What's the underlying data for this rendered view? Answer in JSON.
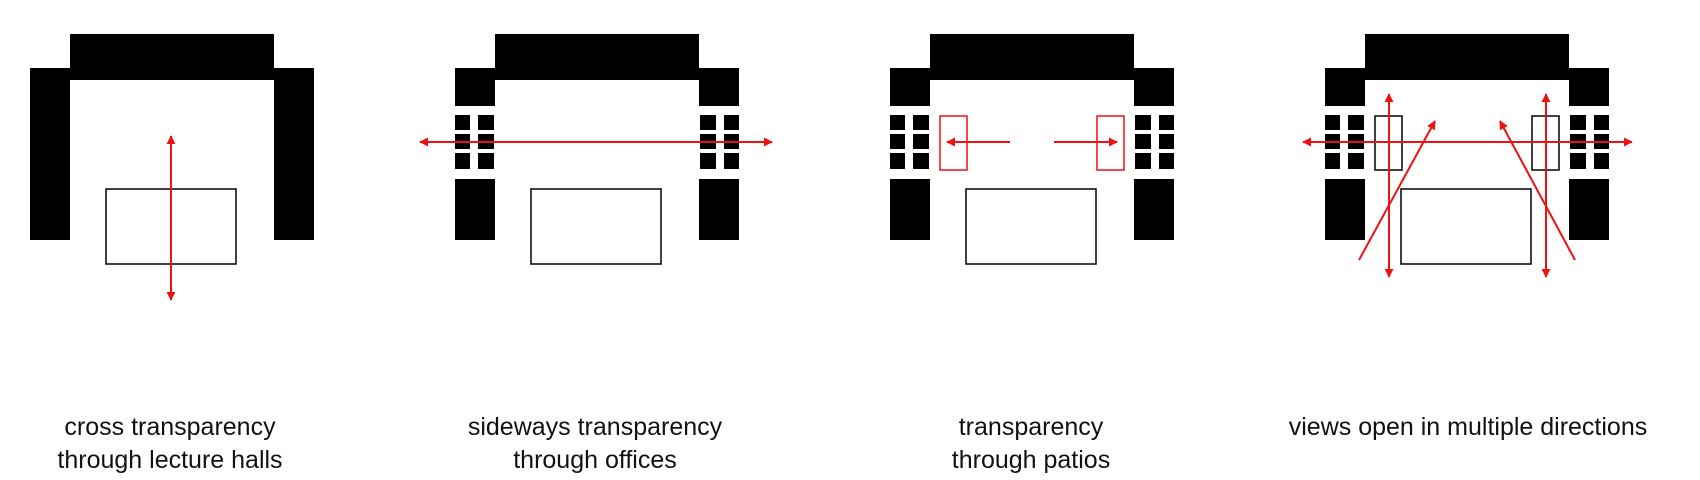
{
  "colors": {
    "solid": "#000000",
    "arrow": "#ee1111",
    "background": "#ffffff",
    "text": "#111111"
  },
  "panels": [
    {
      "id": "cross",
      "caption_lines": [
        "cross transparency",
        "through lecture halls"
      ]
    },
    {
      "id": "sideways",
      "caption_lines": [
        "sideways transparency",
        "through offices"
      ]
    },
    {
      "id": "patios",
      "caption_lines": [
        "transparency",
        "through patios"
      ]
    },
    {
      "id": "multiple",
      "caption_lines": [
        "views open in multiple directions"
      ]
    }
  ]
}
